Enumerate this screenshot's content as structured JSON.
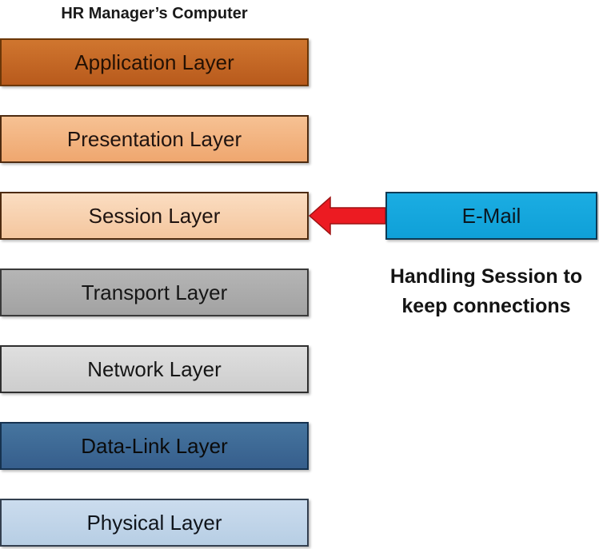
{
  "title": "HR Manager’s Computer",
  "osi_stack": {
    "layers": [
      {
        "label": "Application Layer",
        "fill_top": "#d0762f",
        "fill_bottom": "#b85a1c",
        "border": "#6b3708"
      },
      {
        "label": "Presentation Layer",
        "fill_top": "#f6c193",
        "fill_bottom": "#efa76f",
        "border": "#4e2b10"
      },
      {
        "label": "Session Layer",
        "fill_top": "#fbddc1",
        "fill_bottom": "#f4c69e",
        "border": "#4e2b10"
      },
      {
        "label": "Transport Layer",
        "fill_top": "#b5b5b5",
        "fill_bottom": "#a2a2a2",
        "border": "#3a3a3a"
      },
      {
        "label": "Network Layer",
        "fill_top": "#dfdfdf",
        "fill_bottom": "#cdcdcd",
        "border": "#2f2f2f"
      },
      {
        "label": "Data-Link Layer",
        "fill_top": "#46759f",
        "fill_bottom": "#365e8c",
        "border": "#16324f"
      },
      {
        "label": "Physical Layer",
        "fill_top": "#cbdcee",
        "fill_bottom": "#b7cee4",
        "border": "#333f4f"
      }
    ]
  },
  "annotation": {
    "email_label": "E-Mail",
    "email_fill": "#14a7df",
    "email_border": "#0e3a54",
    "arrow_color": "#ec1b22",
    "arrow_outline": "#9c1313",
    "arrow_target": "Session Layer",
    "note_lines": [
      "Handling Session to",
      "keep connections"
    ]
  }
}
